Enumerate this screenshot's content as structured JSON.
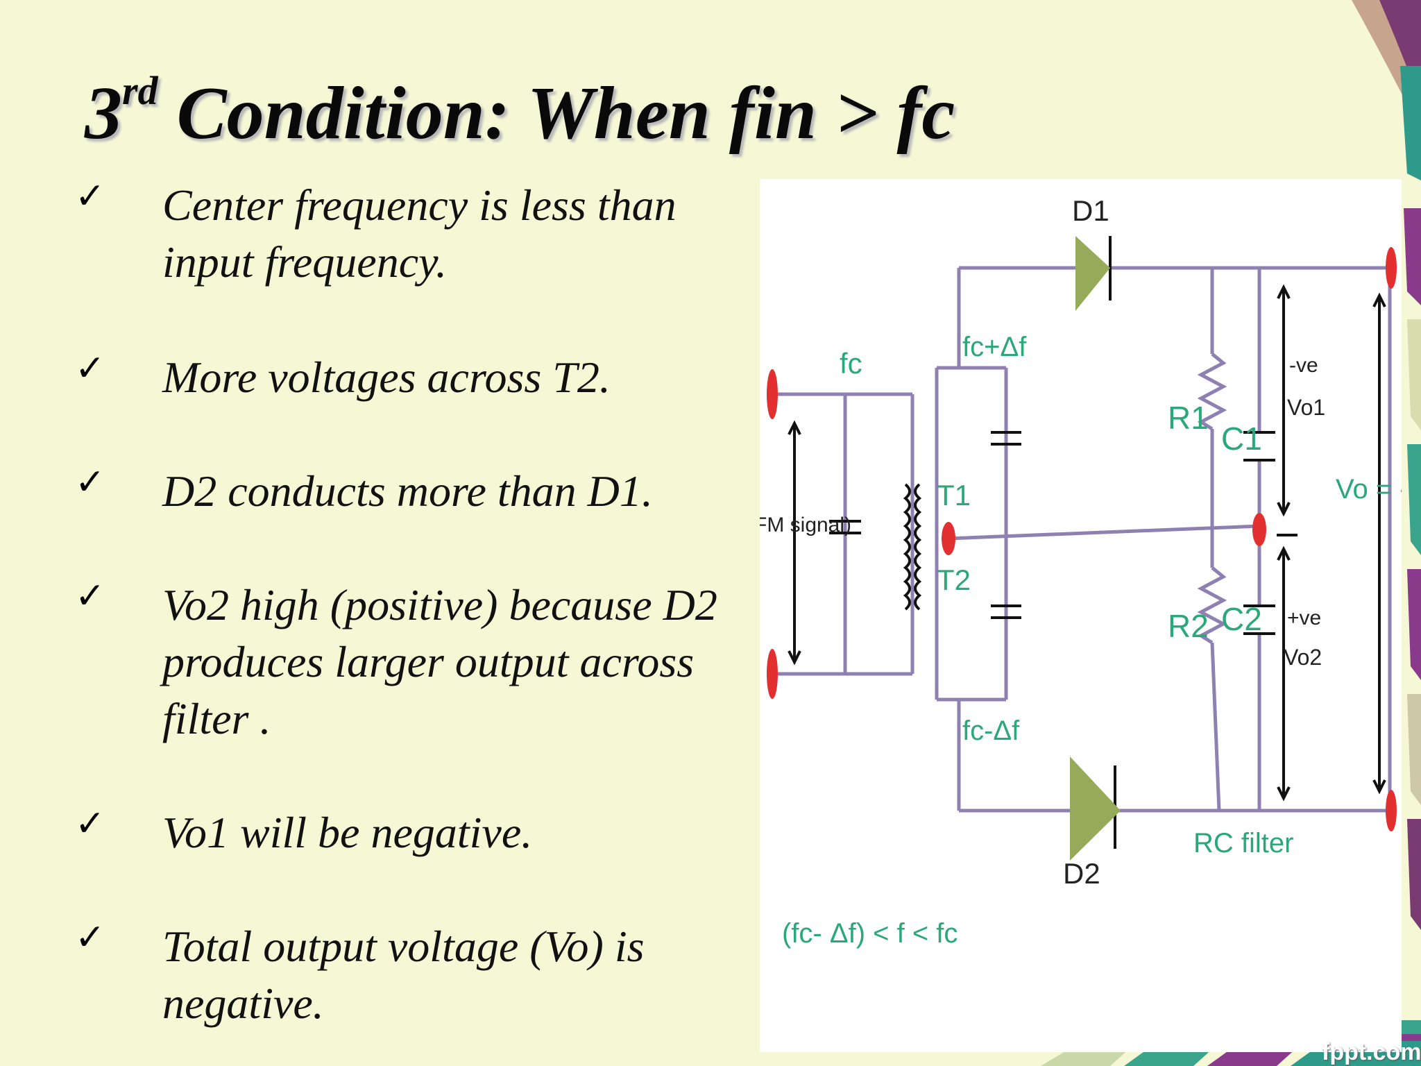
{
  "title": {
    "prefix": "3",
    "superscript": "rd",
    "main": " Condition: When  fin > fc"
  },
  "bullets": [
    {
      "icon": "check-icon",
      "text": "Center frequency is less than input frequency."
    },
    {
      "icon": "check-icon",
      "text": "More voltages across T2."
    },
    {
      "icon": "check-icon",
      "text": "D2 conducts more than D1."
    },
    {
      "icon": "check-icon",
      "text": "Vo2 high (positive) because D2 produces larger output across filter ."
    },
    {
      "icon": "check-icon",
      "text": "Vo1 will be negative."
    },
    {
      "icon": "check-icon",
      "text": "Total output voltage (Vo) is negative."
    }
  ],
  "circuit": {
    "label_d1": "D1",
    "label_d2": "D2",
    "label_fc": "fc",
    "label_fc_plus": "fc+Δf",
    "label_fc_minus": "fc-Δf",
    "label_fm_signal": "FM signal)",
    "label_t1": "T1",
    "label_t2": "T2",
    "label_r1": "R1",
    "label_r2": "R2",
    "label_c1": "C1",
    "label_c2": "C2",
    "label_neg_ve": "-ve",
    "label_vo1": "Vo1",
    "label_pos_ve": "+ve",
    "label_vo2": "Vo2",
    "label_vo": "Vo = -ve",
    "label_rc_filter": "RC filter",
    "label_condition": "(fc- Δf) < f < fc",
    "colors": {
      "wire": "#8f80b2",
      "label_green": "#2aa87a",
      "diode": "#96ab5a",
      "terminal": "#e23030"
    }
  },
  "footer": {
    "brand": "fppt.com"
  }
}
